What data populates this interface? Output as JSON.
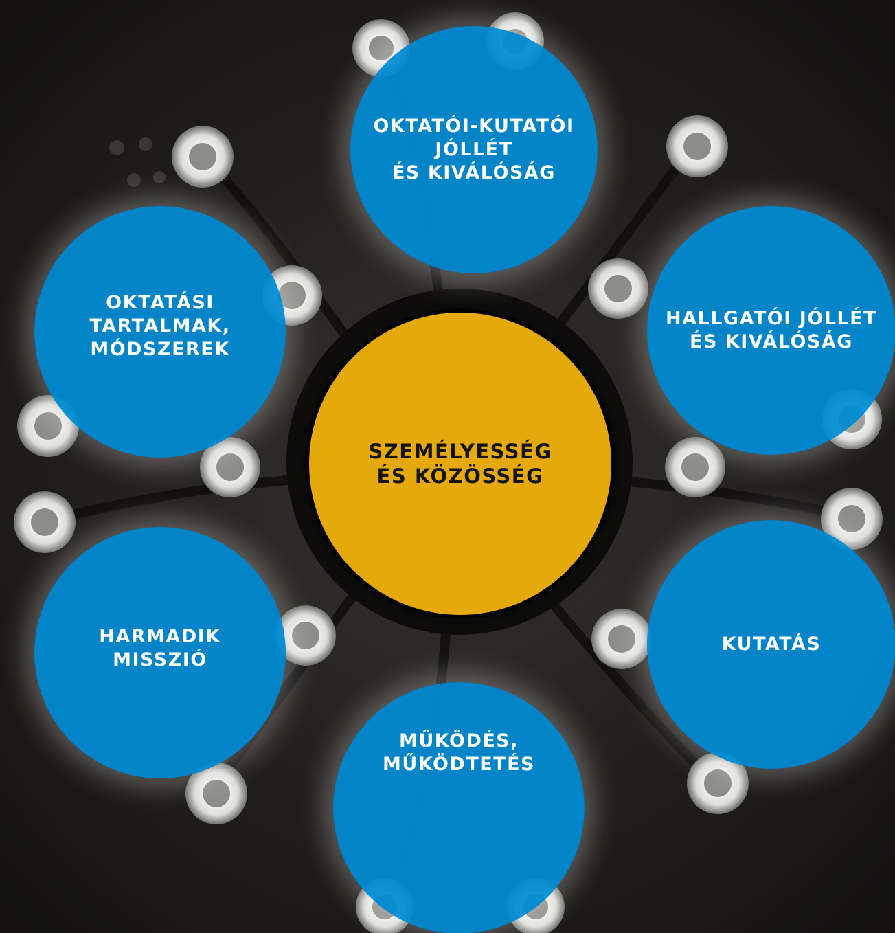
{
  "diagram": {
    "center": {
      "label": "SZEMÉLYESSÉG\nÉS KÖZÖSSÉG",
      "color": "#e6a90c"
    },
    "nodes": [
      {
        "id": "top",
        "label": "OKTATÓI-KUTATÓI\nJÓLLÉT\nÉS KIVÁLÓSÁG",
        "color": "#008cd6"
      },
      {
        "id": "top-right",
        "label": "HALLGATÓI JÓLLÉT\nÉS KIVÁLÓSÁG",
        "color": "#008cd6"
      },
      {
        "id": "bottom-right",
        "label": "KUTATÁS",
        "color": "#008cd6"
      },
      {
        "id": "bottom",
        "label": "MŰKÖDÉS,\nMŰKÖDTETÉS",
        "color": "#008cd6"
      },
      {
        "id": "bottom-left",
        "label": "HARMADIK\nMISSZIÓ",
        "color": "#008cd6"
      },
      {
        "id": "top-left",
        "label": "OKTATÁSI\nTARTALMAK,\nMÓDSZEREK",
        "color": "#008cd6"
      }
    ]
  },
  "background": {
    "description_icon": "chandelier-photo",
    "base_color": "#1c1a18"
  }
}
